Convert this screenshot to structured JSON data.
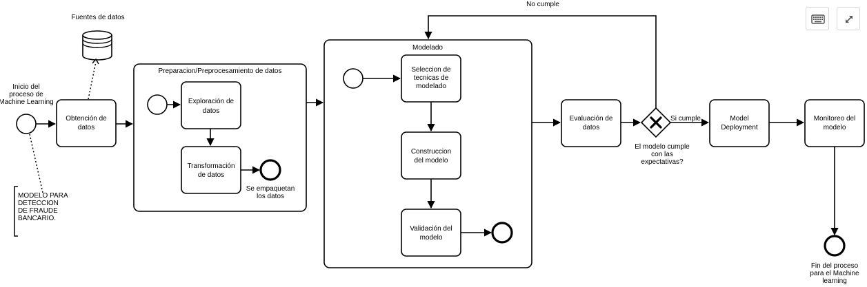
{
  "diagram": {
    "data_source_label": "Fuentes de datos",
    "start_label": [
      "Inicio del",
      "proceso de",
      "Machine Learning"
    ],
    "annotation": [
      "MODELO PARA",
      "DETECCION",
      "DE FRAUDE",
      "BANCARIO."
    ],
    "obtencion": [
      "Obtención de",
      "datos"
    ],
    "prep_pool_title": "Preparacion/Preprocesamiento de datos",
    "exploracion": [
      "Exploración de",
      "datos"
    ],
    "transformacion": [
      "Transformación",
      "de datos"
    ],
    "prep_end_label": [
      "Se empaquetan",
      "los datos"
    ],
    "model_pool_title": "Modelado",
    "seleccion": [
      "Seleccion de",
      "tecnicas de",
      "modelado"
    ],
    "construccion": [
      "Construccion",
      "del modelo"
    ],
    "validacion": [
      "Validación del",
      "modelo"
    ],
    "evaluacion": [
      "Evaluación de",
      "datos"
    ],
    "gateway_label": [
      "El modelo cumple",
      "con las",
      "expectativas?"
    ],
    "no_cumple": "No cumple",
    "si_cumple": "Si cumple",
    "deployment": [
      "Model",
      "Deployment"
    ],
    "monitoreo": [
      "Monitoreo del",
      "modelo"
    ],
    "end_label": [
      "Fin del proceso",
      "para el Machine",
      "learning"
    ]
  },
  "toolbar": {
    "keyboard_icon": "keyboard-icon",
    "fullscreen_icon": "expand-icon"
  }
}
